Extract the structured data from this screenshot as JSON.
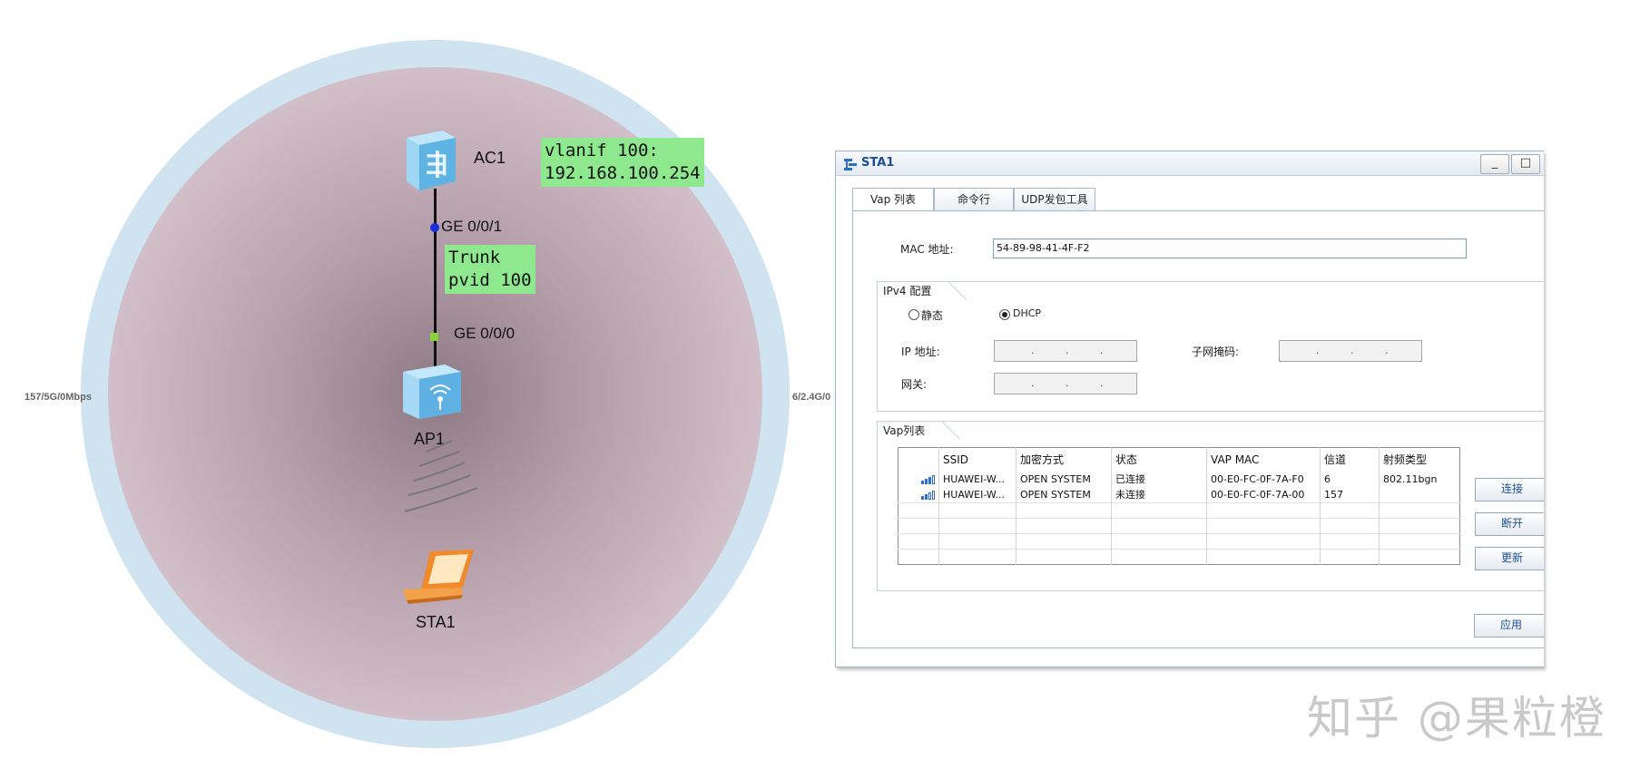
{
  "topology": {
    "ac": {
      "name": "AC1",
      "icon": "ac-controller-icon"
    },
    "ap": {
      "name": "AP1",
      "icon": "wireless-ap-icon"
    },
    "sta": {
      "name": "STA1",
      "icon": "laptop-icon"
    },
    "ac_port": "GE 0/0/1",
    "ap_port": "GE 0/0/0",
    "vlanif_note": "vlanif 100:\n192.168.100.254",
    "trunk_note": "Trunk\npvid 100",
    "rate_left": "157/5G/0Mbps",
    "rate_right": "6/2.4G/0",
    "colors": {
      "coverage_outer": "#cfe3f1",
      "note_bg": "#8ee88e",
      "ac_port_dot": "#1a2fd6",
      "ap_port_dot": "#8ad43a"
    }
  },
  "watermark": "知乎 @果粒橙",
  "window": {
    "title": "STA1",
    "minimize": "_",
    "maximize": "□",
    "tabs": [
      {
        "label": "Vap 列表",
        "active": true
      },
      {
        "label": "命令行",
        "active": false
      },
      {
        "label": "UDP发包工具",
        "active": false
      }
    ],
    "mac_label": "MAC 地址:",
    "mac_value": "54-89-98-41-4F-F2",
    "ipv4": {
      "legend": "IPv4 配置",
      "static_label": "静态",
      "dhcp_label": "DHCP",
      "selected": "DHCP",
      "ip_label": "IP 地址:",
      "mask_label": "子网掩码:",
      "gateway_label": "网关:",
      "ip_dot": "."
    },
    "vap": {
      "legend": "Vap列表",
      "columns": [
        "",
        "SSID",
        "加密方式",
        "状态",
        "VAP MAC",
        "信道",
        "射频类型"
      ],
      "rows": [
        {
          "signal": 3,
          "ssid": "HUAWEI-W...",
          "encryption": "OPEN SYSTEM",
          "status": "已连接",
          "vap_mac": "00-E0-FC-0F-7A-F0",
          "channel": "6",
          "radio": "802.11bgn"
        },
        {
          "signal": 2,
          "ssid": "HUAWEI-W...",
          "encryption": "OPEN SYSTEM",
          "status": "未连接",
          "vap_mac": "00-E0-FC-0F-7A-00",
          "channel": "157",
          "radio": ""
        }
      ]
    },
    "buttons": {
      "connect": "连接",
      "disconnect": "断开",
      "refresh": "更新",
      "apply": "应用"
    }
  }
}
